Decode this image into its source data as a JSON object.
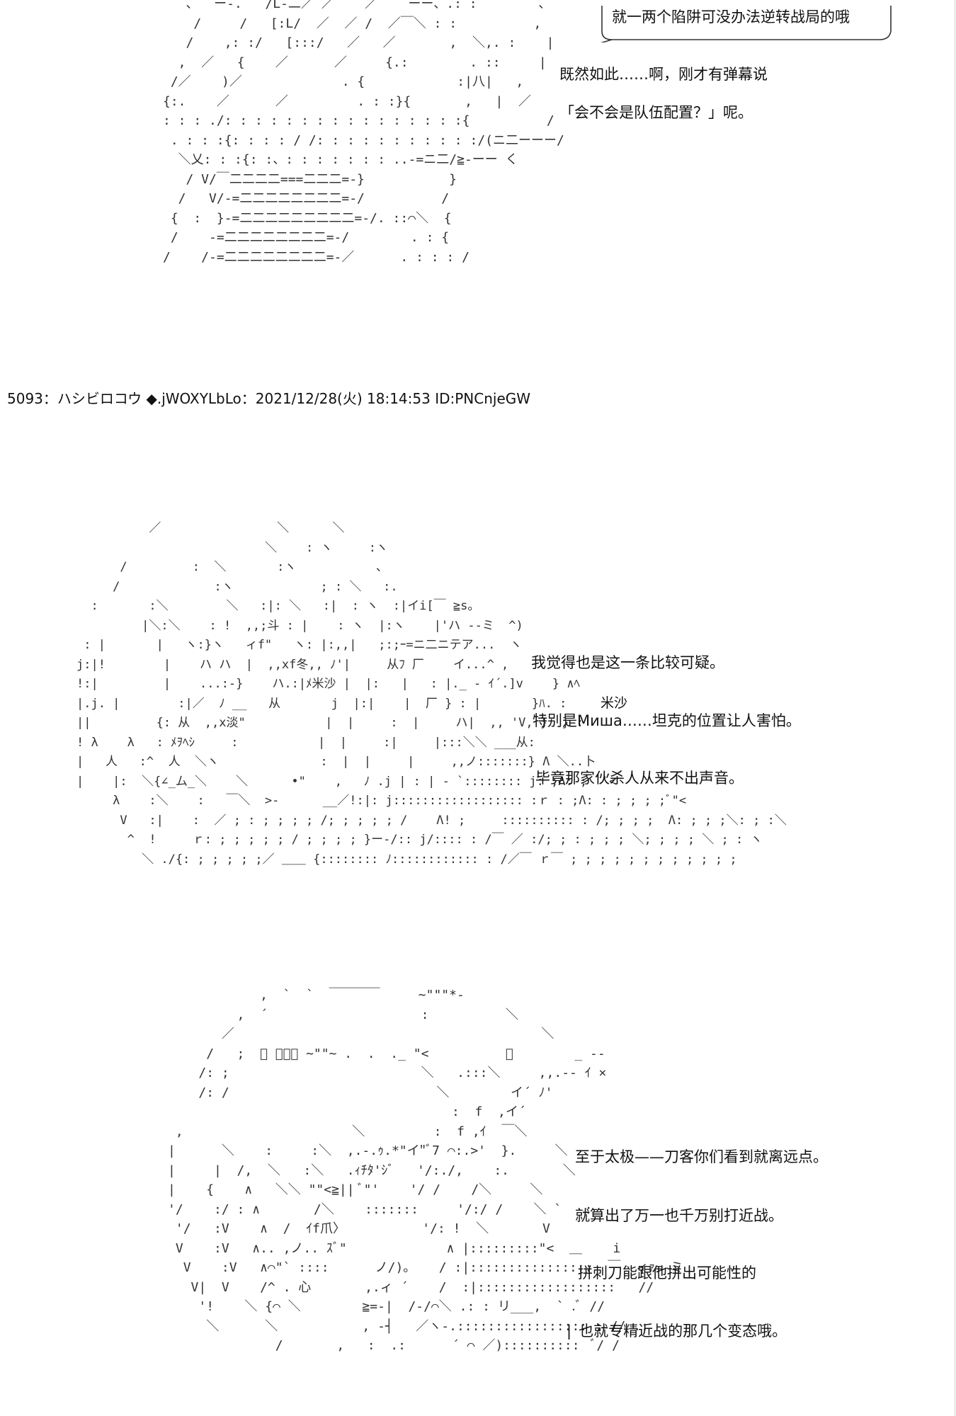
{
  "panel1": {
    "bubble_text": "就一两个陷阱可没办法逆转战局的哦",
    "lines": [
      "既然如此……啊，刚才有弹幕说",
      "「会不会是队伍配置？」呢。"
    ]
  },
  "post_header": "5093：ハシビロコウ ◆.jWOXYLbLo：2021/12/28(火) 18:14:53 ID:PNCnjeGW",
  "panel2": {
    "lines": [
      "我觉得也是这一条比较可疑。",
      "特别是Мишa……坦克的位置让人害怕。",
      "毕竟那家伙杀人从来不出声音。"
    ],
    "ruby": "米沙"
  },
  "panel3": {
    "lines": [
      "至于太极——刀客你们看到就离远点。",
      "就算出了万一也千万别打近战。",
      "拼刺刀能跟他拼出可能性的",
      "也就专精近战的那几个变态哦。"
    ]
  }
}
